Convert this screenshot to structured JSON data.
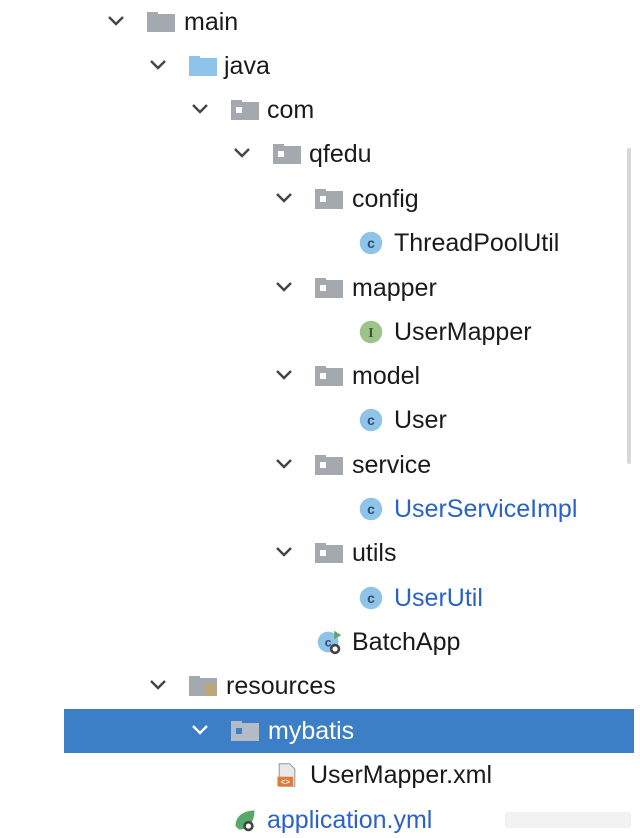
{
  "project_tree": {
    "items": [
      {
        "label": "main",
        "icon": "gray-folder-icon",
        "expanded": true
      },
      {
        "label": "java",
        "icon": "source-folder-icon",
        "expanded": true
      },
      {
        "label": "com",
        "icon": "package-folder-icon",
        "expanded": true
      },
      {
        "label": "qfedu",
        "icon": "package-folder-icon",
        "expanded": true
      },
      {
        "label": "config",
        "icon": "package-folder-icon",
        "expanded": true
      },
      {
        "label": "ThreadPoolUtil",
        "icon": "class-icon"
      },
      {
        "label": "mapper",
        "icon": "package-folder-icon",
        "expanded": true
      },
      {
        "label": "UserMapper",
        "icon": "interface-icon"
      },
      {
        "label": "model",
        "icon": "package-folder-icon",
        "expanded": true
      },
      {
        "label": "User",
        "icon": "class-icon"
      },
      {
        "label": "service",
        "icon": "package-folder-icon",
        "expanded": true
      },
      {
        "label": "UserServiceImpl",
        "icon": "class-icon",
        "modified": true
      },
      {
        "label": "utils",
        "icon": "package-folder-icon",
        "expanded": true
      },
      {
        "label": "UserUtil",
        "icon": "class-icon",
        "modified": true
      },
      {
        "label": "BatchApp",
        "icon": "spring-boot-app-icon"
      },
      {
        "label": "resources",
        "icon": "resources-folder-icon",
        "expanded": true
      },
      {
        "label": "mybatis",
        "icon": "package-folder-icon",
        "expanded": true,
        "selected": true
      },
      {
        "label": "UserMapper.xml",
        "icon": "xml-file-icon"
      },
      {
        "label": "application.yml",
        "icon": "spring-yml-icon",
        "modified": true
      }
    ]
  },
  "colors": {
    "selection": "#3d7fc7",
    "modified_text": "#2a62c9",
    "class_icon": "#8fc3e8",
    "interface_icon": "#9cc38a",
    "folder_gray": "#a4a9af",
    "folder_source": "#8ec3ea"
  }
}
